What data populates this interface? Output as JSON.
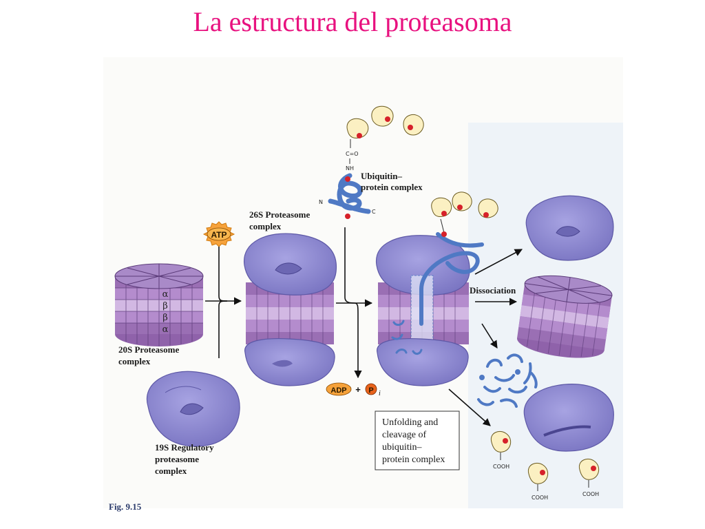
{
  "title": "La estructura del proteasoma",
  "labels": {
    "proteasome_20s": [
      "20S Proteasome",
      "complex"
    ],
    "proteasome_26s": [
      "26S Proteasome",
      "complex"
    ],
    "regulatory_19s": [
      "19S Regulatory",
      "proteasome",
      "complex"
    ],
    "ubiquitin_complex": [
      "Ubiquitin–",
      "protein complex"
    ],
    "dissociation": "Dissociation",
    "unfolding_box": [
      "Unfolding and",
      "cleavage of",
      "ubiquitin–",
      "protein complex"
    ],
    "atp": "ATP",
    "adp": "ADP",
    "plus": "+",
    "pi": "P",
    "pi_sub": "i",
    "ring_subunits": [
      "α",
      "β",
      "β",
      "α"
    ],
    "chem_co": "C=O",
    "chem_nh": "NH",
    "chem_n": "N",
    "chem_c": "C",
    "cooh": "COOH",
    "figure_caption": "Fig. 9.15"
  },
  "colors": {
    "title": "#e8117f",
    "proteasome_purple": "#8b86d0",
    "alpha_ring": "#9a6fb4",
    "beta_ring": "#c8aedd",
    "ubiquitin_fill": "#fbf0c2",
    "ubiquitin_red": "#d6212a",
    "protein_blue": "#4f79c4",
    "atp_orange": "#f6a23b"
  }
}
